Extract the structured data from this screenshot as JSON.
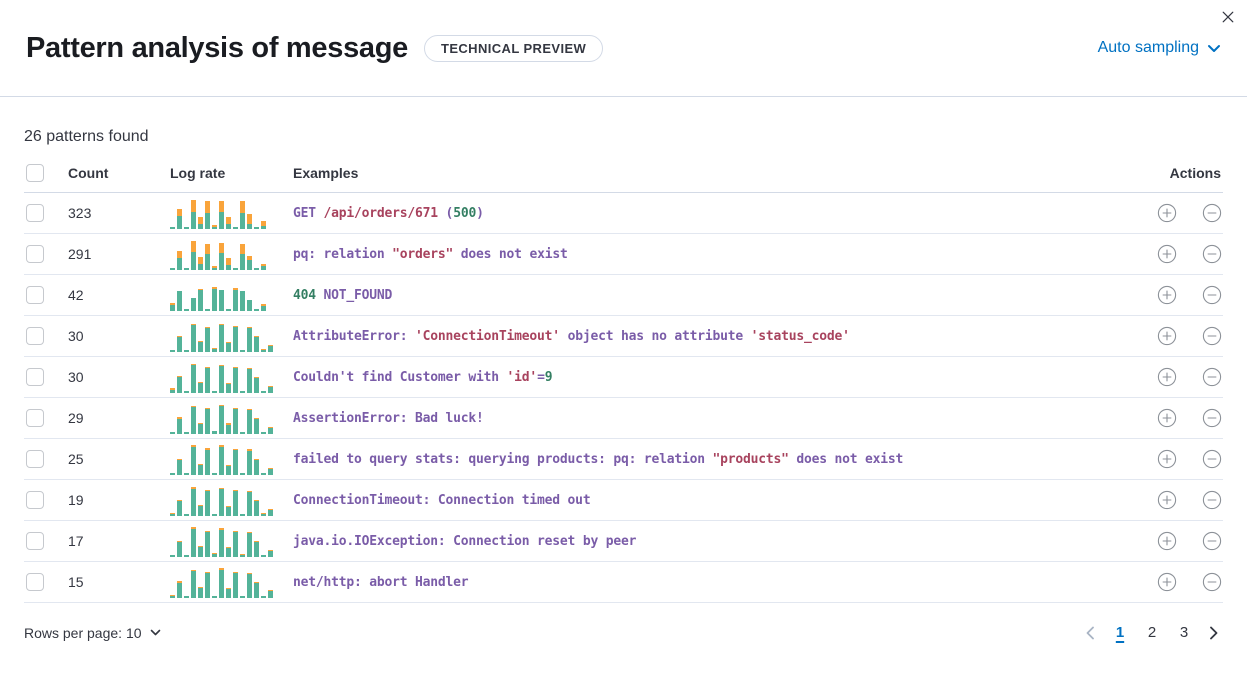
{
  "header": {
    "title": "Pattern analysis of message",
    "badge": "TECHNICAL PREVIEW",
    "sampling_label": "Auto sampling"
  },
  "summary": "26 patterns found",
  "colors": {
    "accent_blue": "#0071c2",
    "bar_green": "#54b399",
    "bar_orange": "#f9a43b",
    "code_purple": "#7a5ca8",
    "code_maroon": "#a8435e",
    "code_green": "#347f63",
    "divider": "#d3dae6",
    "icon_gray": "#8d9299"
  },
  "table": {
    "columns": {
      "count": "Count",
      "log_rate": "Log rate",
      "examples": "Examples",
      "actions": "Actions"
    },
    "rows": [
      {
        "count": "323",
        "bars": [
          [
            2,
            0
          ],
          [
            13,
            7
          ],
          [
            2,
            0
          ],
          [
            17,
            12
          ],
          [
            5,
            7
          ],
          [
            16,
            12
          ],
          [
            2,
            2
          ],
          [
            17,
            11
          ],
          [
            5,
            7
          ],
          [
            2,
            0
          ],
          [
            16,
            12
          ],
          [
            5,
            10
          ],
          [
            2,
            0
          ],
          [
            3,
            5
          ]
        ],
        "example": [
          {
            "t": "GET ",
            "c": "purple"
          },
          {
            "t": "/api/orders/671",
            "c": "maroon"
          },
          {
            "t": " (",
            "c": "purple"
          },
          {
            "t": "500",
            "c": "green"
          },
          {
            "t": ")",
            "c": "purple"
          }
        ]
      },
      {
        "count": "291",
        "bars": [
          [
            2,
            0
          ],
          [
            12,
            7
          ],
          [
            2,
            0
          ],
          [
            18,
            11
          ],
          [
            6,
            7
          ],
          [
            16,
            10
          ],
          [
            2,
            2
          ],
          [
            17,
            10
          ],
          [
            5,
            7
          ],
          [
            2,
            0
          ],
          [
            16,
            10
          ],
          [
            10,
            4
          ],
          [
            2,
            0
          ],
          [
            4,
            2
          ]
        ],
        "example": [
          {
            "t": "pq: relation ",
            "c": "purple"
          },
          {
            "t": "\"orders\"",
            "c": "maroon"
          },
          {
            "t": " does not exist",
            "c": "purple"
          }
        ]
      },
      {
        "count": "42",
        "bars": [
          [
            6,
            2
          ],
          [
            20,
            0
          ],
          [
            2,
            0
          ],
          [
            13,
            0
          ],
          [
            21,
            1
          ],
          [
            2,
            0
          ],
          [
            22,
            2
          ],
          [
            21,
            0
          ],
          [
            2,
            0
          ],
          [
            21,
            2
          ],
          [
            20,
            0
          ],
          [
            11,
            0
          ],
          [
            2,
            0
          ],
          [
            5,
            2
          ]
        ],
        "example": [
          {
            "t": "404",
            "c": "green"
          },
          {
            "t": " NOT_FOUND",
            "c": "purple"
          }
        ]
      },
      {
        "count": "30",
        "bars": [
          [
            2,
            0
          ],
          [
            15,
            1
          ],
          [
            2,
            0
          ],
          [
            27,
            1
          ],
          [
            10,
            1
          ],
          [
            24,
            1
          ],
          [
            3,
            1
          ],
          [
            27,
            1
          ],
          [
            9,
            1
          ],
          [
            25,
            1
          ],
          [
            2,
            0
          ],
          [
            24,
            1
          ],
          [
            15,
            1
          ],
          [
            2,
            1
          ],
          [
            6,
            1
          ]
        ],
        "example": [
          {
            "t": "AttributeError: ",
            "c": "purple"
          },
          {
            "t": "'ConnectionTimeout'",
            "c": "maroon"
          },
          {
            "t": " object has no attribute ",
            "c": "purple"
          },
          {
            "t": "'status_code'",
            "c": "maroon"
          }
        ]
      },
      {
        "count": "30",
        "bars": [
          [
            3,
            2
          ],
          [
            16,
            1
          ],
          [
            2,
            0
          ],
          [
            28,
            1
          ],
          [
            10,
            1
          ],
          [
            25,
            1
          ],
          [
            2,
            0
          ],
          [
            27,
            1
          ],
          [
            9,
            1
          ],
          [
            25,
            1
          ],
          [
            2,
            0
          ],
          [
            24,
            1
          ],
          [
            15,
            1
          ],
          [
            2,
            0
          ],
          [
            6,
            1
          ]
        ],
        "example": [
          {
            "t": "Couldn't find Customer with ",
            "c": "purple"
          },
          {
            "t": "'id'",
            "c": "maroon"
          },
          {
            "t": "=",
            "c": "purple"
          },
          {
            "t": "9",
            "c": "green"
          }
        ]
      },
      {
        "count": "29",
        "bars": [
          [
            2,
            0
          ],
          [
            15,
            2
          ],
          [
            2,
            0
          ],
          [
            27,
            1
          ],
          [
            10,
            1
          ],
          [
            25,
            1
          ],
          [
            3,
            0
          ],
          [
            28,
            1
          ],
          [
            9,
            2
          ],
          [
            25,
            1
          ],
          [
            2,
            0
          ],
          [
            24,
            1
          ],
          [
            15,
            1
          ],
          [
            2,
            0
          ],
          [
            6,
            1
          ]
        ],
        "example": [
          {
            "t": "AssertionError: Bad luck!",
            "c": "purple"
          }
        ]
      },
      {
        "count": "25",
        "bars": [
          [
            2,
            0
          ],
          [
            15,
            1
          ],
          [
            2,
            0
          ],
          [
            28,
            2
          ],
          [
            10,
            1
          ],
          [
            25,
            2
          ],
          [
            2,
            0
          ],
          [
            28,
            2
          ],
          [
            9,
            1
          ],
          [
            25,
            1
          ],
          [
            2,
            0
          ],
          [
            24,
            2
          ],
          [
            15,
            1
          ],
          [
            2,
            0
          ],
          [
            6,
            1
          ]
        ],
        "example": [
          {
            "t": "failed to query stats: querying products: pq: relation ",
            "c": "purple"
          },
          {
            "t": "\"products\"",
            "c": "maroon"
          },
          {
            "t": " does not exist",
            "c": "purple"
          }
        ]
      },
      {
        "count": "19",
        "bars": [
          [
            2,
            1
          ],
          [
            15,
            1
          ],
          [
            2,
            0
          ],
          [
            27,
            2
          ],
          [
            10,
            1
          ],
          [
            25,
            1
          ],
          [
            2,
            0
          ],
          [
            27,
            1
          ],
          [
            9,
            1
          ],
          [
            25,
            1
          ],
          [
            2,
            0
          ],
          [
            24,
            1
          ],
          [
            15,
            1
          ],
          [
            2,
            1
          ],
          [
            6,
            1
          ]
        ],
        "example": [
          {
            "t": "ConnectionTimeout: Connection timed out",
            "c": "purple"
          }
        ]
      },
      {
        "count": "17",
        "bars": [
          [
            2,
            0
          ],
          [
            15,
            1
          ],
          [
            2,
            0
          ],
          [
            28,
            2
          ],
          [
            10,
            1
          ],
          [
            25,
            1
          ],
          [
            3,
            1
          ],
          [
            27,
            2
          ],
          [
            9,
            1
          ],
          [
            25,
            1
          ],
          [
            2,
            1
          ],
          [
            24,
            1
          ],
          [
            15,
            1
          ],
          [
            2,
            0
          ],
          [
            6,
            1
          ]
        ],
        "example": [
          {
            "t": "java.io.IOException: Connection reset by peer",
            "c": "purple"
          }
        ]
      },
      {
        "count": "15",
        "bars": [
          [
            2,
            1
          ],
          [
            15,
            2
          ],
          [
            2,
            0
          ],
          [
            27,
            1
          ],
          [
            10,
            1
          ],
          [
            25,
            1
          ],
          [
            2,
            0
          ],
          [
            28,
            2
          ],
          [
            9,
            1
          ],
          [
            25,
            1
          ],
          [
            2,
            0
          ],
          [
            24,
            1
          ],
          [
            15,
            1
          ],
          [
            2,
            0
          ],
          [
            7,
            1
          ]
        ],
        "example": [
          {
            "t": "net/http: abort Handler",
            "c": "purple"
          }
        ]
      }
    ]
  },
  "footer": {
    "rows_per_page_label": "Rows per page: 10",
    "pages": [
      "1",
      "2",
      "3"
    ],
    "active_page": "1"
  }
}
